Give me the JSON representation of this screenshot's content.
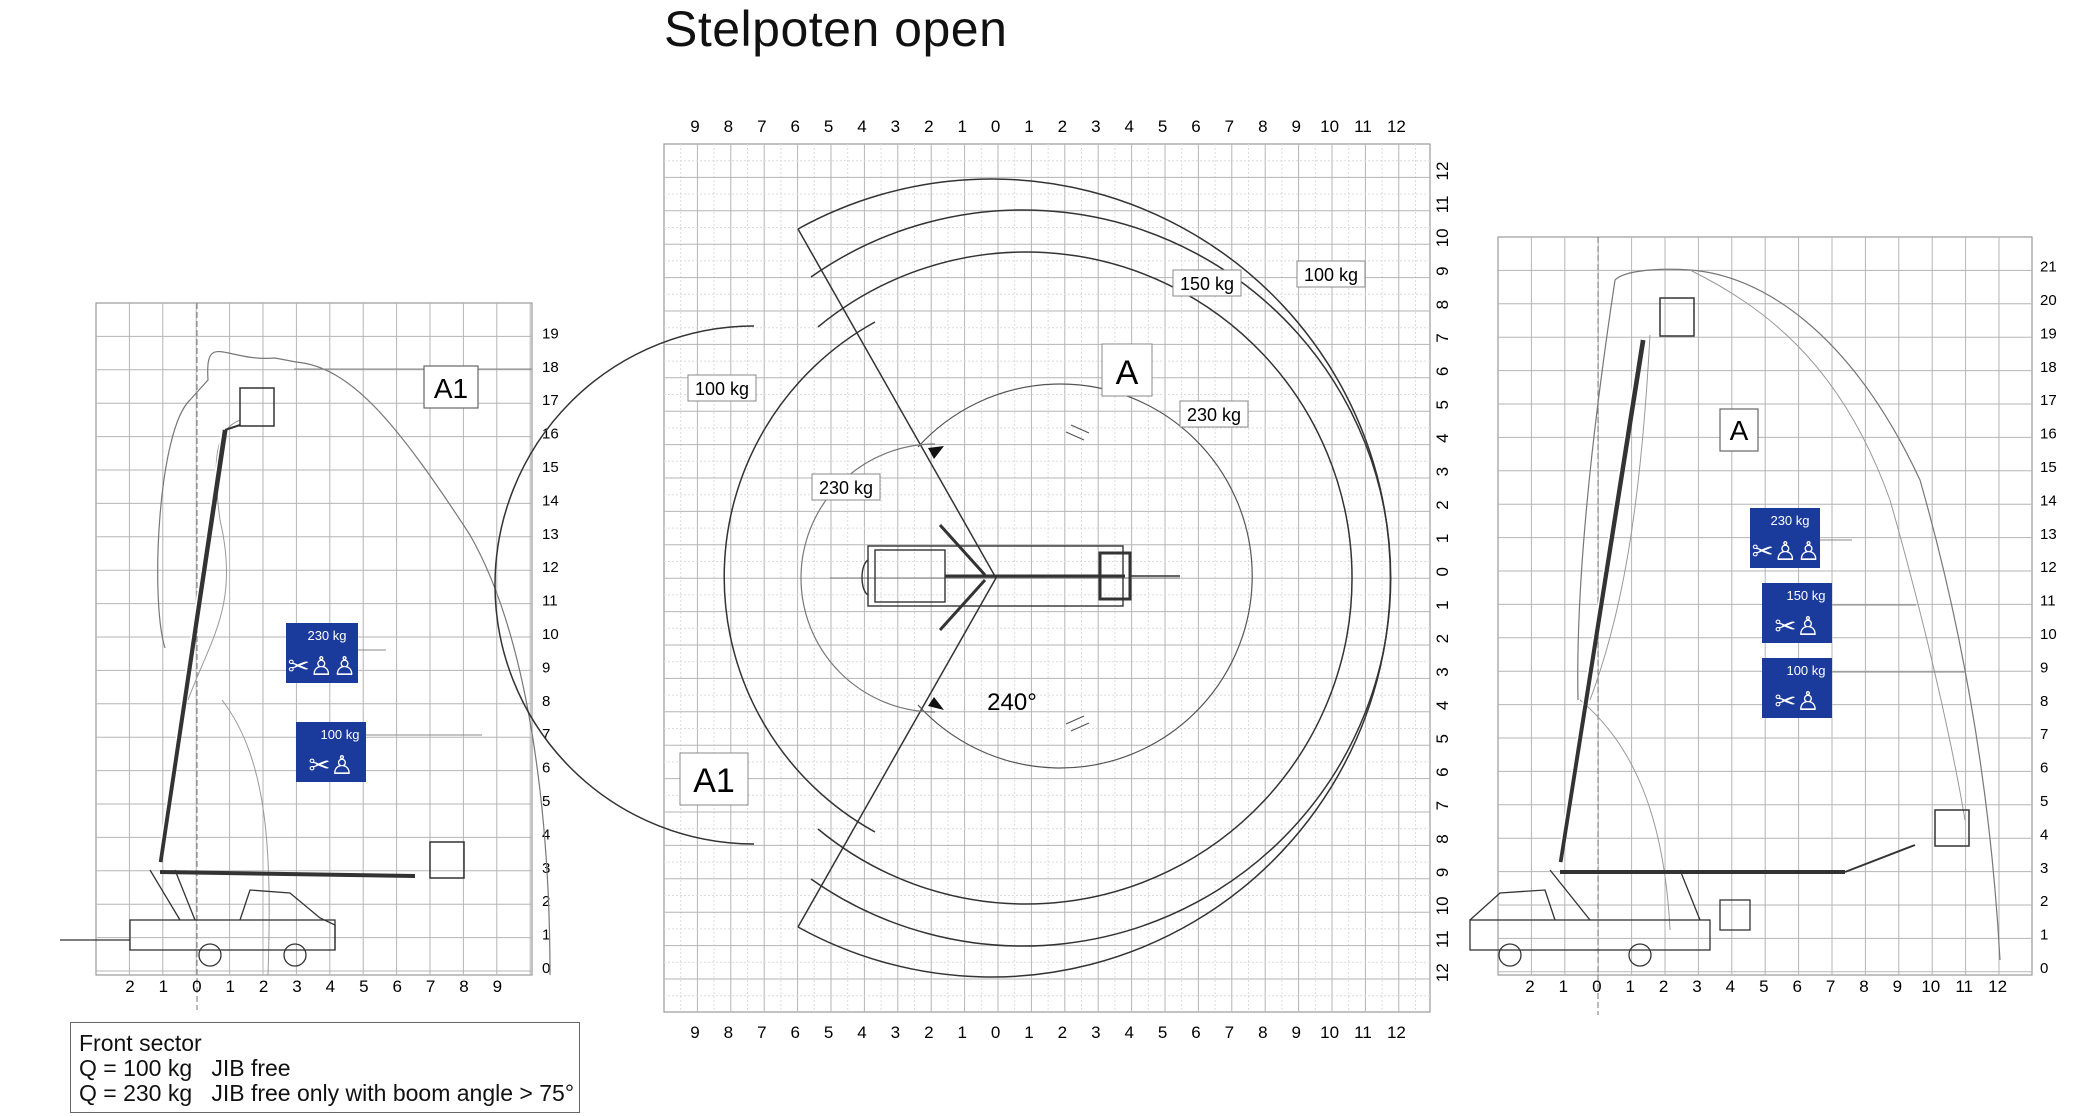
{
  "title": "Stelpoten open",
  "top_view": {
    "x_ticks": [
      "9",
      "8",
      "7",
      "6",
      "5",
      "4",
      "3",
      "2",
      "1",
      "0",
      "1",
      "2",
      "3",
      "4",
      "5",
      "6",
      "7",
      "8",
      "9",
      "10",
      "11",
      "12"
    ],
    "y_ticks": [
      "12",
      "11",
      "10",
      "9",
      "8",
      "7",
      "6",
      "5",
      "4",
      "3",
      "2",
      "1",
      "0",
      "1",
      "2",
      "3",
      "4",
      "5",
      "6",
      "7",
      "8",
      "9",
      "10",
      "11",
      "12"
    ],
    "zone_a": "A",
    "zone_a1": "A1",
    "load_labels": {
      "right_100": "100 kg",
      "right_150": "150 kg",
      "right_230": "230 kg",
      "left_100": "100 kg",
      "left_230": "230 kg"
    },
    "angle_label": "240°"
  },
  "left_view": {
    "x_ticks": [
      "2",
      "1",
      "0",
      "1",
      "2",
      "3",
      "4",
      "5",
      "6",
      "7",
      "8",
      "9"
    ],
    "y_ticks": [
      "0",
      "1",
      "2",
      "3",
      "4",
      "5",
      "6",
      "7",
      "8",
      "9",
      "10",
      "11",
      "12",
      "13",
      "14",
      "15",
      "16",
      "17",
      "18",
      "19"
    ],
    "zone": "A1",
    "badges": [
      "230 kg",
      "100 kg"
    ]
  },
  "right_view": {
    "x_ticks": [
      "2",
      "1",
      "0",
      "1",
      "2",
      "3",
      "4",
      "5",
      "6",
      "7",
      "8",
      "9",
      "10",
      "11",
      "12"
    ],
    "y_ticks": [
      "0",
      "1",
      "2",
      "3",
      "4",
      "5",
      "6",
      "7",
      "8",
      "9",
      "10",
      "11",
      "12",
      "13",
      "14",
      "15",
      "16",
      "17",
      "18",
      "19",
      "20",
      "21"
    ],
    "zone": "A",
    "badges": [
      "230 kg",
      "150 kg",
      "100 kg"
    ]
  },
  "note": {
    "line1": "Front sector",
    "line2": "Q = 100 kg   JIB free",
    "line3": "Q = 230 kg   JIB free only with boom angle > 75°"
  },
  "colors": {
    "badge": "#1a3a9c",
    "line": "#333333",
    "grid": "#bdbdbd"
  }
}
